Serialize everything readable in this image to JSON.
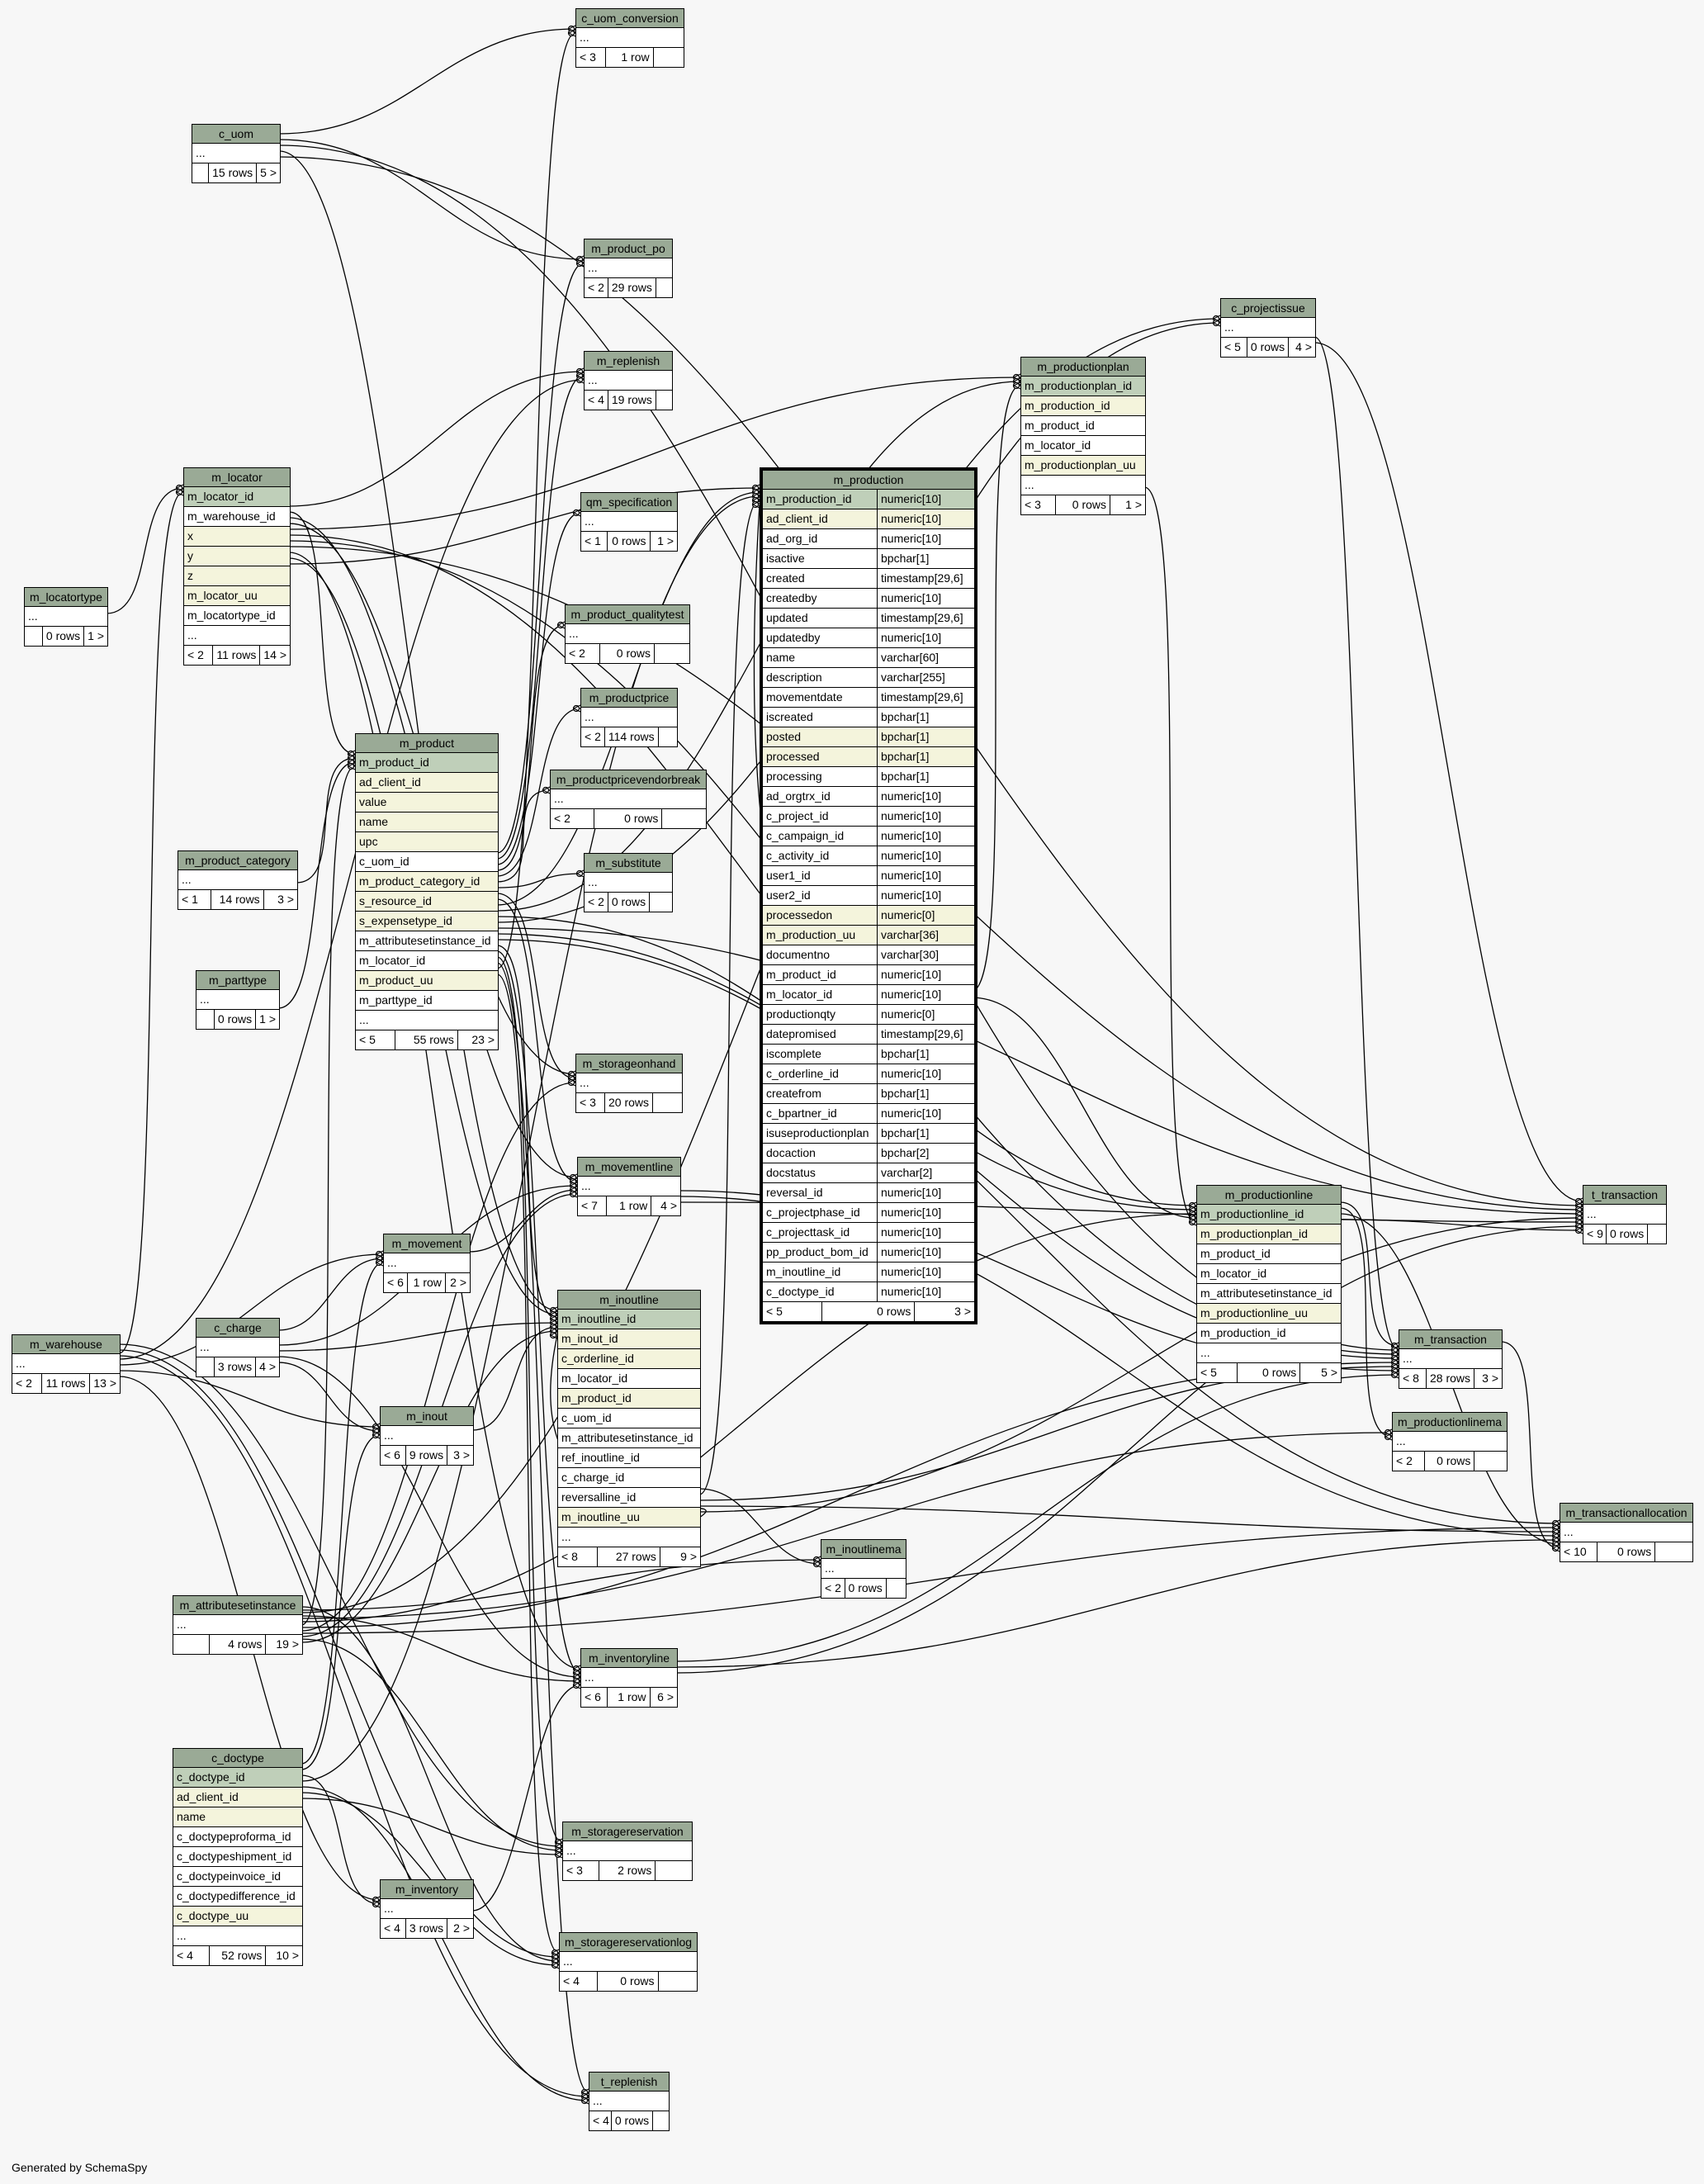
{
  "footer": "Generated by SchemaSpy",
  "tables": {
    "c_uom_conversion": {
      "title": "c_uom_conversion",
      "rows": [
        "..."
      ],
      "foot": [
        "< 3",
        "1 row",
        ""
      ]
    },
    "c_uom": {
      "title": "c_uom",
      "rows": [
        "..."
      ],
      "foot": [
        "",
        "15 rows",
        "5 >"
      ]
    },
    "m_product_po": {
      "title": "m_product_po",
      "rows": [
        "..."
      ],
      "foot": [
        "< 2",
        "29 rows",
        ""
      ]
    },
    "m_replenish": {
      "title": "m_replenish",
      "rows": [
        "..."
      ],
      "foot": [
        "< 4",
        "19 rows",
        ""
      ]
    },
    "qm_specification": {
      "title": "qm_specification",
      "rows": [
        "..."
      ],
      "foot": [
        "< 1",
        "0 rows",
        "1 >"
      ]
    },
    "m_product_qualitytest": {
      "title": "m_product_qualitytest",
      "rows": [
        "..."
      ],
      "foot": [
        "< 2",
        "0 rows",
        ""
      ]
    },
    "m_productprice": {
      "title": "m_productprice",
      "rows": [
        "..."
      ],
      "foot": [
        "< 2",
        "114 rows",
        ""
      ]
    },
    "m_productpricevendorbreak": {
      "title": "m_productpricevendorbreak",
      "rows": [
        "..."
      ],
      "foot": [
        "< 2",
        "0 rows",
        ""
      ]
    },
    "m_substitute": {
      "title": "m_substitute",
      "rows": [
        "..."
      ],
      "foot": [
        "< 2",
        "0 rows",
        ""
      ]
    },
    "m_storageonhand": {
      "title": "m_storageonhand",
      "rows": [
        "..."
      ],
      "foot": [
        "< 3",
        "20 rows",
        ""
      ]
    },
    "m_movementline": {
      "title": "m_movementline",
      "rows": [
        "..."
      ],
      "foot": [
        "< 7",
        "1 row",
        "4 >"
      ]
    },
    "m_locator": {
      "title": "m_locator",
      "rows": [
        "m_locator_id",
        "m_warehouse_id",
        "x",
        "y",
        "z",
        "m_locator_uu",
        "m_locatortype_id",
        "..."
      ],
      "foot": [
        "< 2",
        "11 rows",
        "14 >"
      ]
    },
    "m_locatortype": {
      "title": "m_locatortype",
      "rows": [
        "..."
      ],
      "foot": [
        "",
        "0 rows",
        "1 >"
      ]
    },
    "m_product_category": {
      "title": "m_product_category",
      "rows": [
        "..."
      ],
      "foot": [
        "< 1",
        "14 rows",
        "3 >"
      ]
    },
    "m_parttype": {
      "title": "m_parttype",
      "rows": [
        "..."
      ],
      "foot": [
        "",
        "0 rows",
        "1 >"
      ]
    },
    "m_product": {
      "title": "m_product",
      "rows": [
        "m_product_id",
        "ad_client_id",
        "value",
        "name",
        "upc",
        "c_uom_id",
        "m_product_category_id",
        "s_resource_id",
        "s_expensetype_id",
        "m_attributesetinstance_id",
        "m_locator_id",
        "m_product_uu",
        "m_parttype_id",
        "..."
      ],
      "foot": [
        "< 5",
        "55 rows",
        "23 >"
      ]
    },
    "m_movement": {
      "title": "m_movement",
      "rows": [
        "..."
      ],
      "foot": [
        "< 6",
        "1 row",
        "2 >"
      ]
    },
    "c_charge": {
      "title": "c_charge",
      "rows": [
        "..."
      ],
      "foot": [
        "",
        "3 rows",
        "4 >"
      ]
    },
    "m_warehouse": {
      "title": "m_warehouse",
      "rows": [
        "..."
      ],
      "foot": [
        "< 2",
        "11 rows",
        "13 >"
      ]
    },
    "m_inout": {
      "title": "m_inout",
      "rows": [
        "..."
      ],
      "foot": [
        "< 6",
        "9 rows",
        "3 >"
      ]
    },
    "m_inoutline": {
      "title": "m_inoutline",
      "rows": [
        "m_inoutline_id",
        "m_inout_id",
        "c_orderline_id",
        "m_locator_id",
        "m_product_id",
        "c_uom_id",
        "m_attributesetinstance_id",
        "ref_inoutline_id",
        "c_charge_id",
        "reversalline_id",
        "m_inoutline_uu",
        "..."
      ],
      "foot": [
        "< 8",
        "27 rows",
        "9 >"
      ]
    },
    "m_inoutlinema": {
      "title": "m_inoutlinema",
      "rows": [
        "..."
      ],
      "foot": [
        "< 2",
        "0 rows",
        ""
      ]
    },
    "m_attributesetinstance": {
      "title": "m_attributesetinstance",
      "rows": [
        "..."
      ],
      "foot": [
        "",
        "4 rows",
        "19 >"
      ]
    },
    "m_inventoryline": {
      "title": "m_inventoryline",
      "rows": [
        "..."
      ],
      "foot": [
        "< 6",
        "1 row",
        "6 >"
      ]
    },
    "c_doctype": {
      "title": "c_doctype",
      "rows": [
        "c_doctype_id",
        "ad_client_id",
        "name",
        "c_doctypeproforma_id",
        "c_doctypeshipment_id",
        "c_doctypeinvoice_id",
        "c_doctypedifference_id",
        "c_doctype_uu",
        "..."
      ],
      "foot": [
        "< 4",
        "52 rows",
        "10 >"
      ]
    },
    "m_inventory": {
      "title": "m_inventory",
      "rows": [
        "..."
      ],
      "foot": [
        "< 4",
        "3 rows",
        "2 >"
      ]
    },
    "m_storagereservation": {
      "title": "m_storagereservation",
      "rows": [
        "..."
      ],
      "foot": [
        "< 3",
        "2 rows",
        ""
      ]
    },
    "m_storagereservationlog": {
      "title": "m_storagereservationlog",
      "rows": [
        "..."
      ],
      "foot": [
        "< 4",
        "0 rows",
        ""
      ]
    },
    "t_replenish": {
      "title": "t_replenish",
      "rows": [
        "..."
      ],
      "foot": [
        "< 4",
        "0 rows",
        ""
      ]
    },
    "m_productionplan": {
      "title": "m_productionplan",
      "rows": [
        "m_productionplan_id",
        "m_production_id",
        "m_product_id",
        "m_locator_id",
        "m_productionplan_uu",
        "..."
      ],
      "foot": [
        "< 3",
        "0 rows",
        "1 >"
      ]
    },
    "c_projectissue": {
      "title": "c_projectissue",
      "rows": [
        "..."
      ],
      "foot": [
        "< 5",
        "0 rows",
        "4 >"
      ]
    },
    "m_productionline": {
      "title": "m_productionline",
      "rows": [
        "m_productionline_id",
        "m_productionplan_id",
        "m_product_id",
        "m_locator_id",
        "m_attributesetinstance_id",
        "m_productionline_uu",
        "m_production_id",
        "..."
      ],
      "foot": [
        "< 5",
        "0 rows",
        "5 >"
      ]
    },
    "t_transaction": {
      "title": "t_transaction",
      "rows": [
        "..."
      ],
      "foot": [
        "< 9",
        "0 rows",
        ""
      ]
    },
    "m_transaction": {
      "title": "m_transaction",
      "rows": [
        "..."
      ],
      "foot": [
        "< 8",
        "28 rows",
        "3 >"
      ]
    },
    "m_productionlinema": {
      "title": "m_productionlinema",
      "rows": [
        "..."
      ],
      "foot": [
        "< 2",
        "0 rows",
        ""
      ]
    },
    "m_transactionallocation": {
      "title": "m_transactionallocation",
      "rows": [
        "..."
      ],
      "foot": [
        "< 10",
        "0 rows",
        ""
      ]
    }
  },
  "production": {
    "title": "m_production",
    "columns": [
      [
        "m_production_id",
        "numeric[10]"
      ],
      [
        "ad_client_id",
        "numeric[10]"
      ],
      [
        "ad_org_id",
        "numeric[10]"
      ],
      [
        "isactive",
        "bpchar[1]"
      ],
      [
        "created",
        "timestamp[29,6]"
      ],
      [
        "createdby",
        "numeric[10]"
      ],
      [
        "updated",
        "timestamp[29,6]"
      ],
      [
        "updatedby",
        "numeric[10]"
      ],
      [
        "name",
        "varchar[60]"
      ],
      [
        "description",
        "varchar[255]"
      ],
      [
        "movementdate",
        "timestamp[29,6]"
      ],
      [
        "iscreated",
        "bpchar[1]"
      ],
      [
        "posted",
        "bpchar[1]"
      ],
      [
        "processed",
        "bpchar[1]"
      ],
      [
        "processing",
        "bpchar[1]"
      ],
      [
        "ad_orgtrx_id",
        "numeric[10]"
      ],
      [
        "c_project_id",
        "numeric[10]"
      ],
      [
        "c_campaign_id",
        "numeric[10]"
      ],
      [
        "c_activity_id",
        "numeric[10]"
      ],
      [
        "user1_id",
        "numeric[10]"
      ],
      [
        "user2_id",
        "numeric[10]"
      ],
      [
        "processedon",
        "numeric[0]"
      ],
      [
        "m_production_uu",
        "varchar[36]"
      ],
      [
        "documentno",
        "varchar[30]"
      ],
      [
        "m_product_id",
        "numeric[10]"
      ],
      [
        "m_locator_id",
        "numeric[10]"
      ],
      [
        "productionqty",
        "numeric[0]"
      ],
      [
        "datepromised",
        "timestamp[29,6]"
      ],
      [
        "iscomplete",
        "bpchar[1]"
      ],
      [
        "c_orderline_id",
        "numeric[10]"
      ],
      [
        "createfrom",
        "bpchar[1]"
      ],
      [
        "c_bpartner_id",
        "numeric[10]"
      ],
      [
        "isuseproductionplan",
        "bpchar[1]"
      ],
      [
        "docaction",
        "bpchar[2]"
      ],
      [
        "docstatus",
        "varchar[2]"
      ],
      [
        "reversal_id",
        "numeric[10]"
      ],
      [
        "c_projectphase_id",
        "numeric[10]"
      ],
      [
        "c_projecttask_id",
        "numeric[10]"
      ],
      [
        "pp_product_bom_id",
        "numeric[10]"
      ],
      [
        "m_inoutline_id",
        "numeric[10]"
      ],
      [
        "c_doctype_id",
        "numeric[10]"
      ]
    ],
    "foot": [
      "< 5",
      "0 rows",
      "3 >"
    ]
  }
}
